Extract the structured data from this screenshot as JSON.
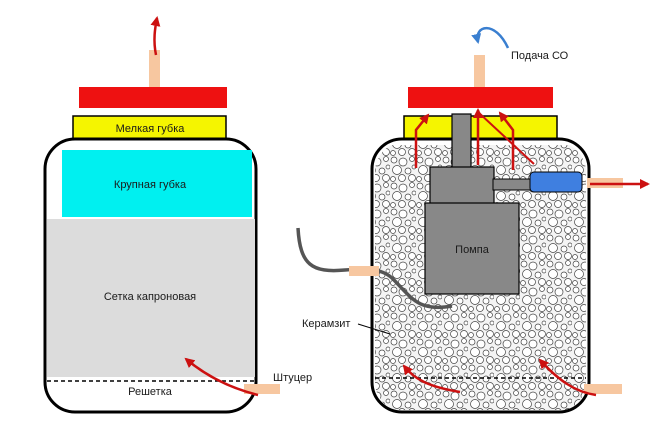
{
  "left_jar": {
    "fine_sponge": "Мелкая губка",
    "coarse_sponge": "Крупная губка",
    "nylon_mesh": "Сетка капроновая",
    "grate": "Решетка",
    "fitting": "Штуцер"
  },
  "right_jar": {
    "co_supply": "Подача СО",
    "pump": "Помпа",
    "expanded_clay": "Керамзит"
  },
  "colors": {
    "lid_red": "#ee1111",
    "sponge_yellow": "#f5f500",
    "sponge_cyan": "#00f0f0",
    "mesh_gray": "#dcdcdc",
    "pump_gray": "#888888",
    "fitting_tan": "#f7c7a0",
    "arrow_red": "#cc1111",
    "arrow_blue": "#3a7fd0",
    "outlet_blue": "#3f7fe0"
  }
}
